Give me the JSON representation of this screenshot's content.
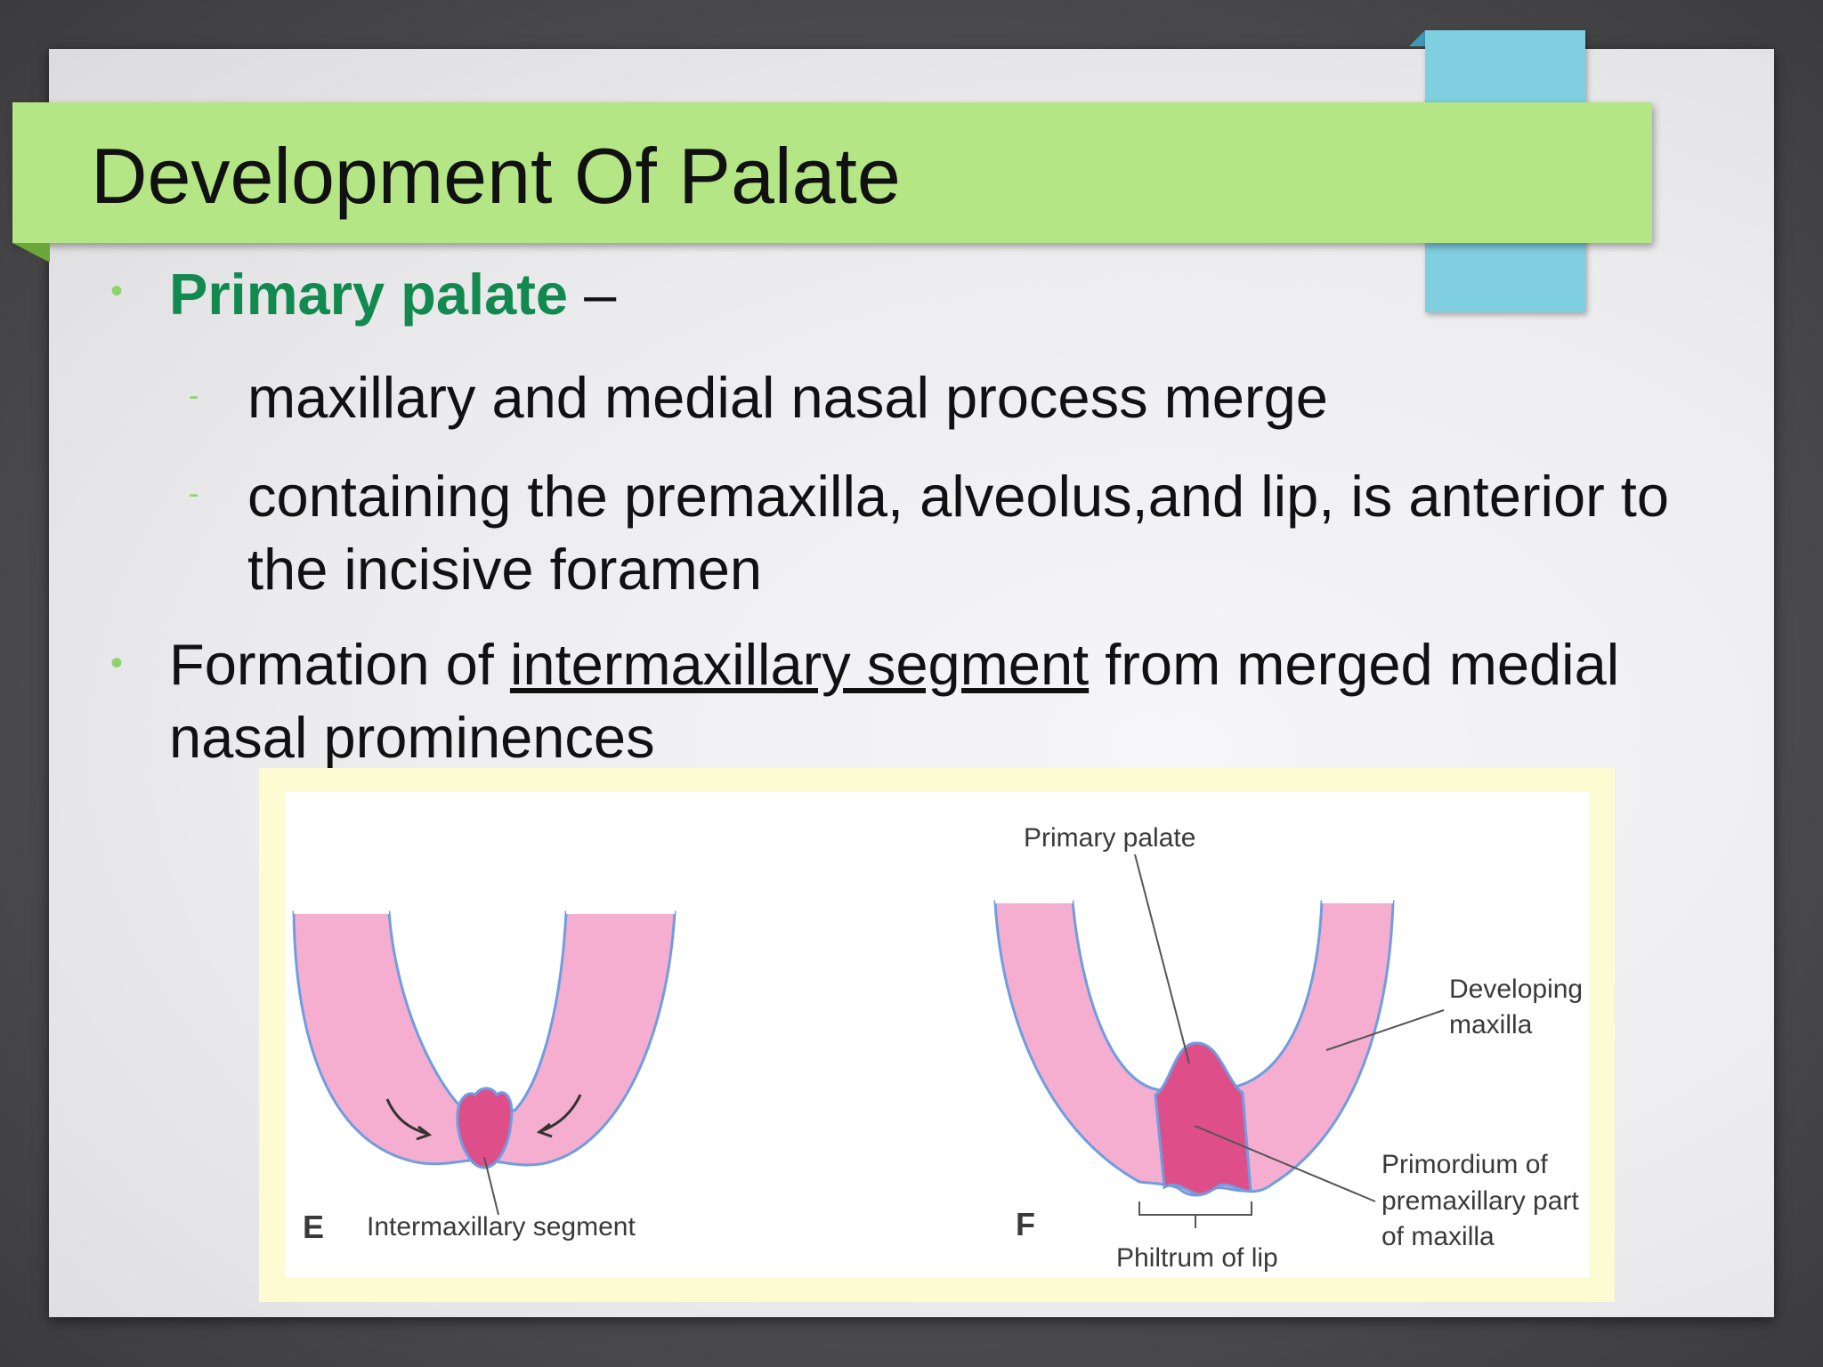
{
  "slide": {
    "title": "Development Of Palate",
    "bullets": [
      {
        "label": "Primary palate",
        "suffix": " –",
        "subitems": [
          "maxillary and medial nasal process merge",
          "containing the premaxilla, alveolus,and lip, is anterior to",
          "the incisive foramen"
        ]
      },
      {
        "prefix": "Formation of ",
        "underlined": "intermaxillary segment",
        "suffix": " from merged medial",
        "line2": "nasal prominences"
      }
    ]
  },
  "figure": {
    "panel_e": {
      "letter": "E",
      "label": "Intermaxillary segment"
    },
    "panel_f": {
      "letter": "F",
      "primary_palate": "Primary palate",
      "developing_maxilla": [
        "Developing",
        "maxilla"
      ],
      "primordium": [
        "Primordium of",
        "premaxillary part",
        "of maxilla"
      ],
      "philtrum": "Philtrum of lip"
    }
  },
  "colors": {
    "title_banner": "#b5e685",
    "accent_tab": "#80cfe0",
    "bullet": "#8fd16a",
    "primary_label": "#128a4f",
    "tissue_light": "#f5aed0",
    "tissue_dark": "#de4f8a",
    "outline": "#6f9de0",
    "figure_frame": "#fdfbd2"
  }
}
